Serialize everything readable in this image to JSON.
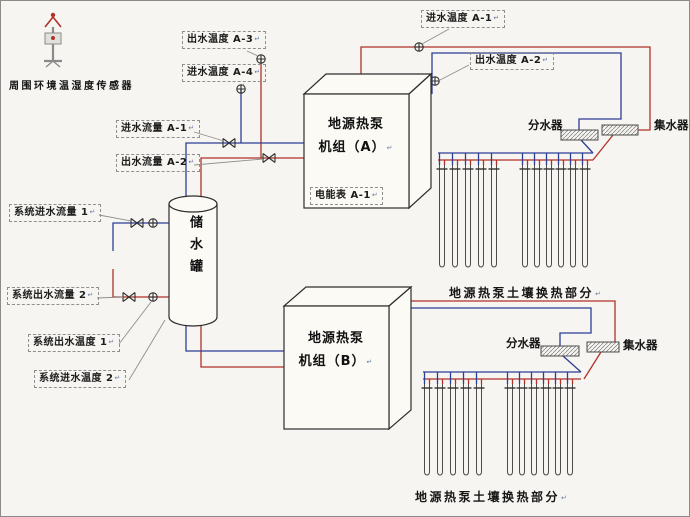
{
  "colors": {
    "hot": "#b03228",
    "cold": "#2e3e96"
  },
  "marks": {
    "para": "↵"
  },
  "ambient": {
    "label": "周围环境温湿度传感器"
  },
  "labels": {
    "outlet_temp_a3": "出水温度 A-3",
    "inlet_temp_a4": "进水温度 A-4",
    "inlet_temp_a1": "进水温度 A-1",
    "outlet_temp_a2": "出水温度 A-2",
    "inlet_flow_a1": "进水流量 A-1",
    "outlet_flow_a2": "出水流量 A-2",
    "sys_inlet_flow_1": "系统进水流量 1",
    "sys_outlet_flow_2": "系统出水流量 2",
    "sys_outlet_temp_1": "系统出水温度 1",
    "sys_inlet_temp_2": "系统进水温度 2",
    "energy_meter_a1": "电能表 A-1"
  },
  "equipment": {
    "unit_a_line1": "地源热泵",
    "unit_a_line2": "机组（A）",
    "unit_b_line1": "地源热泵",
    "unit_b_line2": "机组（B）",
    "tank": "储水罐",
    "distributor": "分水器",
    "collector": "集水器",
    "ground_field_caption": "地源热泵土壤换热部分"
  }
}
